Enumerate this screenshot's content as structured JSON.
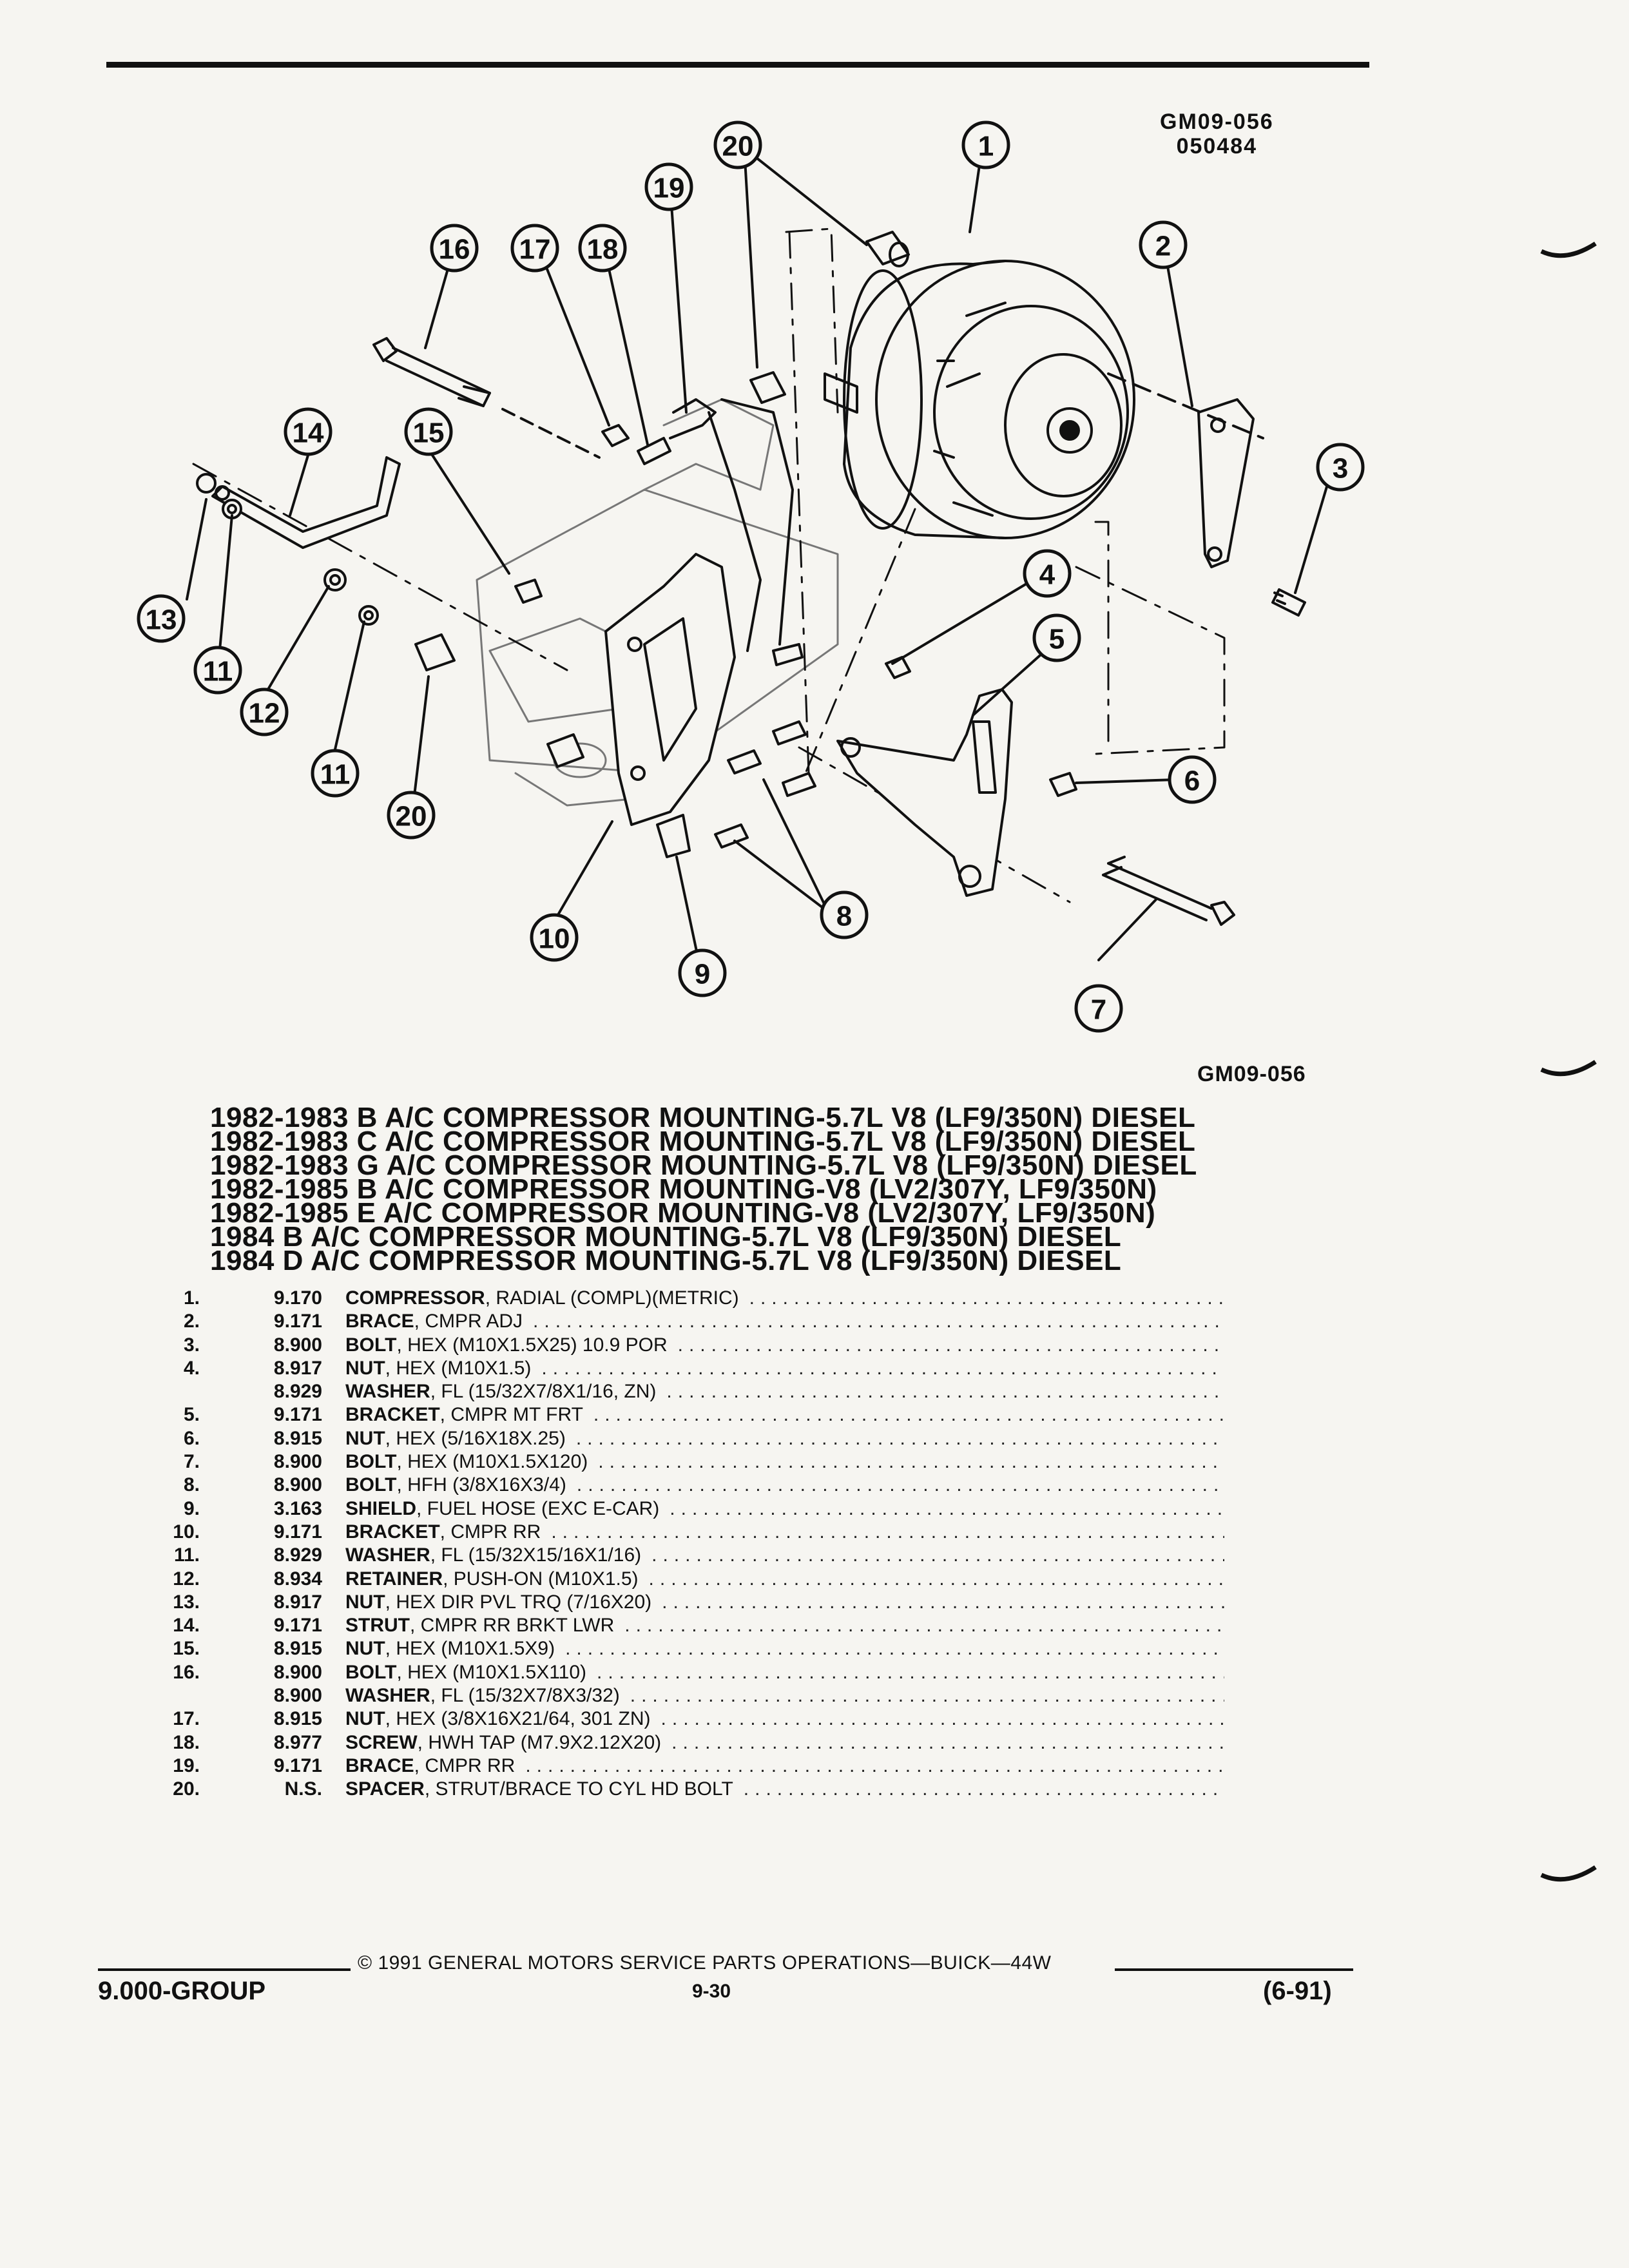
{
  "figure": {
    "code_top": "GM09-056",
    "code_date": "050484",
    "code_bottom": "GM09-056"
  },
  "callouts": [
    "1",
    "2",
    "3",
    "4",
    "5",
    "6",
    "7",
    "8",
    "9",
    "10",
    "11",
    "11",
    "12",
    "13",
    "14",
    "15",
    "16",
    "17",
    "18",
    "19",
    "20",
    "20"
  ],
  "titles": [
    "1982-1983 B A/C COMPRESSOR MOUNTING-5.7L V8 (LF9/350N) DIESEL",
    "1982-1983 C A/C COMPRESSOR MOUNTING-5.7L V8 (LF9/350N) DIESEL",
    "1982-1983 G A/C COMPRESSOR MOUNTING-5.7L V8 (LF9/350N) DIESEL",
    "1982-1985 B A/C COMPRESSOR MOUNTING-V8 (LV2/307Y, LF9/350N)",
    "1982-1985 E A/C COMPRESSOR MOUNTING-V8 (LV2/307Y, LF9/350N)",
    "1984 B A/C COMPRESSOR MOUNTING-5.7L V8 (LF9/350N) DIESEL",
    "1984 D A/C COMPRESSOR MOUNTING-5.7L V8 (LF9/350N) DIESEL"
  ],
  "parts": [
    {
      "num": "1.",
      "group": "9.170",
      "name": "COMPRESSOR",
      "desc": ", RADIAL (COMPL)(METRIC)"
    },
    {
      "num": "2.",
      "group": "9.171",
      "name": "BRACE",
      "desc": ", CMPR ADJ"
    },
    {
      "num": "3.",
      "group": "8.900",
      "name": "BOLT",
      "desc": ", HEX (M10X1.5X25) 10.9 POR"
    },
    {
      "num": "4.",
      "group": "8.917",
      "name": "NUT",
      "desc": ", HEX (M10X1.5)"
    },
    {
      "num": "",
      "group": "8.929",
      "name": "WASHER",
      "desc": ", FL (15/32X7/8X1/16, ZN)"
    },
    {
      "num": "5.",
      "group": "9.171",
      "name": "BRACKET",
      "desc": ", CMPR MT FRT"
    },
    {
      "num": "6.",
      "group": "8.915",
      "name": "NUT",
      "desc": ", HEX (5/16X18X.25)"
    },
    {
      "num": "7.",
      "group": "8.900",
      "name": "BOLT",
      "desc": ", HEX (M10X1.5X120)"
    },
    {
      "num": "8.",
      "group": "8.900",
      "name": "BOLT",
      "desc": ", HFH (3/8X16X3/4)"
    },
    {
      "num": "9.",
      "group": "3.163",
      "name": "SHIELD",
      "desc": ", FUEL HOSE (EXC E-CAR)"
    },
    {
      "num": "10.",
      "group": "9.171",
      "name": "BRACKET",
      "desc": ", CMPR RR"
    },
    {
      "num": "11.",
      "group": "8.929",
      "name": "WASHER",
      "desc": ", FL (15/32X15/16X1/16)"
    },
    {
      "num": "12.",
      "group": "8.934",
      "name": "RETAINER",
      "desc": ", PUSH-ON (M10X1.5)"
    },
    {
      "num": "13.",
      "group": "8.917",
      "name": "NUT",
      "desc": ", HEX DIR PVL TRQ (7/16X20)"
    },
    {
      "num": "14.",
      "group": "9.171",
      "name": "STRUT",
      "desc": ", CMPR RR BRKT LWR"
    },
    {
      "num": "15.",
      "group": "8.915",
      "name": "NUT",
      "desc": ", HEX (M10X1.5X9)"
    },
    {
      "num": "16.",
      "group": "8.900",
      "name": "BOLT",
      "desc": ", HEX (M10X1.5X110)"
    },
    {
      "num": "",
      "group": "8.900",
      "name": "WASHER",
      "desc": ", FL (15/32X7/8X3/32)"
    },
    {
      "num": "17.",
      "group": "8.915",
      "name": "NUT",
      "desc": ", HEX (3/8X16X21/64, 301 ZN)"
    },
    {
      "num": "18.",
      "group": "8.977",
      "name": "SCREW",
      "desc": ", HWH TAP (M7.9X2.12X20)"
    },
    {
      "num": "19.",
      "group": "9.171",
      "name": "BRACE",
      "desc": ", CMPR RR"
    },
    {
      "num": "20.",
      "group": "N.S.",
      "name": "SPACER",
      "desc": ", STRUT/BRACE TO CYL HD BOLT"
    }
  ],
  "footer": {
    "copyright": "© 1991 GENERAL MOTORS SERVICE PARTS OPERATIONS—BUICK—44W",
    "group": "9.000-GROUP",
    "page": "9-30",
    "date": "(6-91)"
  }
}
